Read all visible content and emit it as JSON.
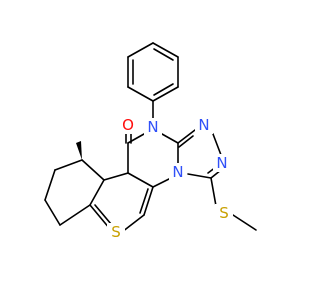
{
  "molecule": {
    "atom_labels": [
      {
        "id": "oxygen",
        "symbol": "O",
        "color": "#ff0d0d"
      },
      {
        "id": "n-phenyl",
        "symbol": "N",
        "color": "#3050f8"
      },
      {
        "id": "n-triazole-top",
        "symbol": "N",
        "color": "#3050f8"
      },
      {
        "id": "n-triazole-right",
        "symbol": "N",
        "color": "#3050f8"
      },
      {
        "id": "n-bridge",
        "symbol": "N",
        "color": "#3050f8"
      },
      {
        "id": "s-thiophene",
        "symbol": "S",
        "color": "#c8a000"
      },
      {
        "id": "s-methylthio",
        "symbol": "S",
        "color": "#c8a000"
      }
    ],
    "bond_color": "#000000"
  }
}
